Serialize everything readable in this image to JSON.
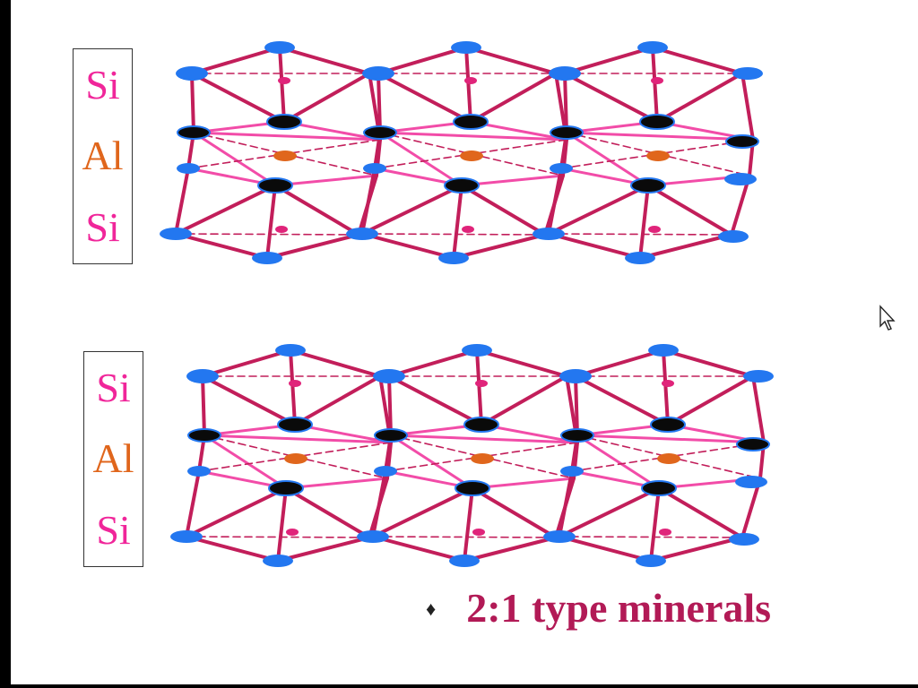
{
  "legend": {
    "top": [
      "Si",
      "Al",
      "Si"
    ],
    "bottom": [
      "Si",
      "Al",
      "Si"
    ]
  },
  "caption": {
    "bullet": "♦",
    "text": "2:1 type minerals"
  },
  "colors": {
    "slide_background": "#ffffff",
    "frame": "#000000",
    "bond": "#c21e5a",
    "al_bond": "#f24ca8",
    "oxygen": "#2377f0",
    "hydroxyl": "#0a0a0a",
    "al_atom": "#e0661c",
    "si_atom": "#e0247a",
    "label_si": "#f0269a",
    "label_al": "#e0661c",
    "caption": "#b21a56"
  },
  "icons": {
    "bullet": "diamond-bullet-icon",
    "cursor": "mouse-pointer-icon"
  }
}
